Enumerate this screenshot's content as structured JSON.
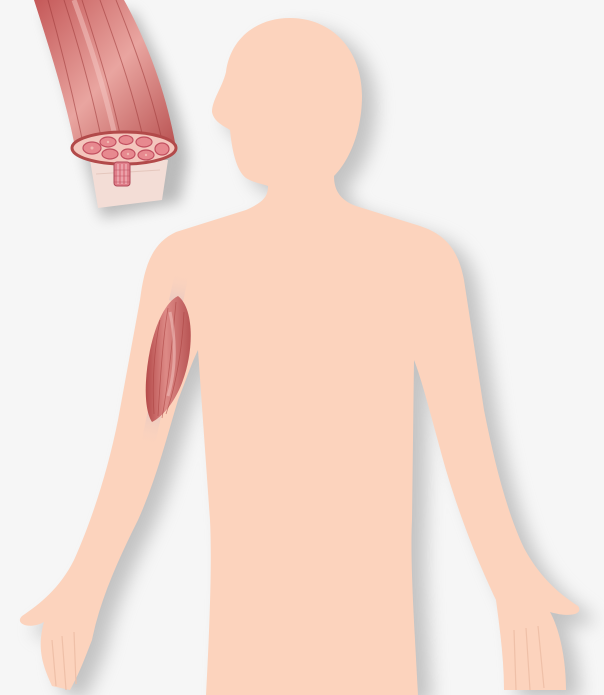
{
  "illustration": {
    "subject": "human-upper-body-silhouette",
    "highlighted_part": "upper-arm-muscle",
    "inset": "muscle-cross-section"
  },
  "colors": {
    "background": "#f6f6f6",
    "skin": "#fcd3bd",
    "shadow": "#a9a9a9",
    "muscle_dark": "#b54a4a",
    "muscle_mid": "#d17070",
    "muscle_light": "#e6a3a0",
    "cross_section_fill": "#f4c6bd",
    "fascicle_fill": "#e7898f",
    "fascicle_outline": "#c25060",
    "tendon": "#f3ddd6"
  }
}
